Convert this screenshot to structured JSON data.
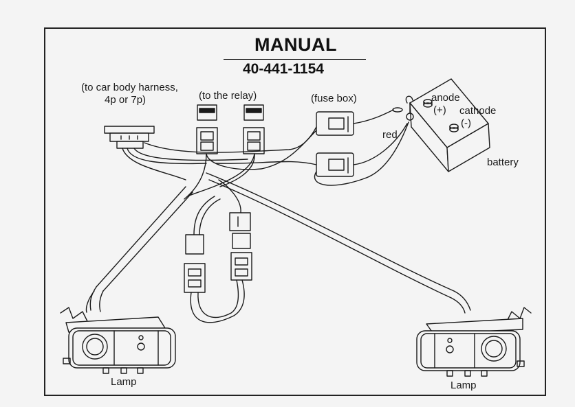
{
  "header": {
    "title": "MANUAL",
    "part_number": "40-441-1154"
  },
  "labels": {
    "car_body_harness": "(to car body harness,",
    "car_body_harness_line2": "4p or 7p)",
    "relay": "(to the relay)",
    "fuse_box": "(fuse box)",
    "red": "red",
    "anode": "anode",
    "anode_sign": "(+)",
    "cathode": "cathode",
    "cathode_sign": "(-)",
    "battery": "battery",
    "lamp_left": "Lamp",
    "lamp_right": "Lamp"
  },
  "colors": {
    "ink": "#1a1a1a",
    "paper": "#f4f4f4"
  }
}
